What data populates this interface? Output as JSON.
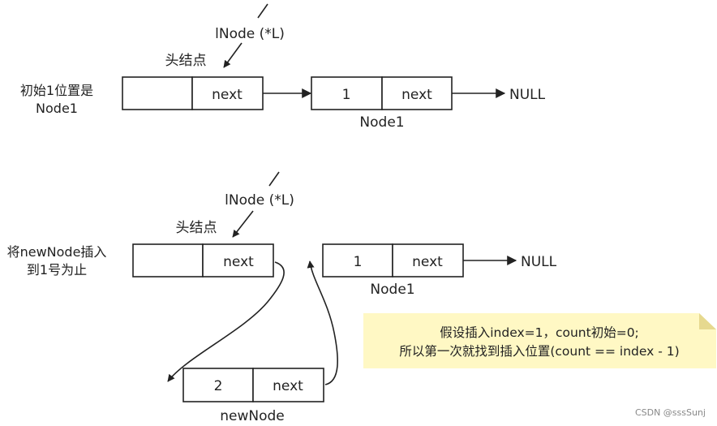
{
  "top": {
    "pointer_label": "lNode (*L)",
    "head_label": "头结点",
    "side_line1": "初始1位置是",
    "side_line2": "Node1",
    "head_next": "next",
    "node1_value": "1",
    "node1_next": "next",
    "node1_caption": "Node1",
    "null_label": "NULL"
  },
  "bottom": {
    "pointer_label": "lNode (*L)",
    "head_label": "头结点",
    "side_line1": "将newNode插入",
    "side_line2": "到1号为止",
    "head_next": "next",
    "node1_value": "1",
    "node1_next": "next",
    "node1_caption": "Node1",
    "null_label": "NULL",
    "new_value": "2",
    "new_next": "next",
    "new_caption": "newNode"
  },
  "note": {
    "line1": "假设插入index=1，count初始=0;",
    "line2": "所以第一次就找到插入位置(count == index - 1)",
    "bg_color": "#fff8c4",
    "fold_color": "#e6d98f"
  },
  "watermark": "CSDN @sssSunj"
}
